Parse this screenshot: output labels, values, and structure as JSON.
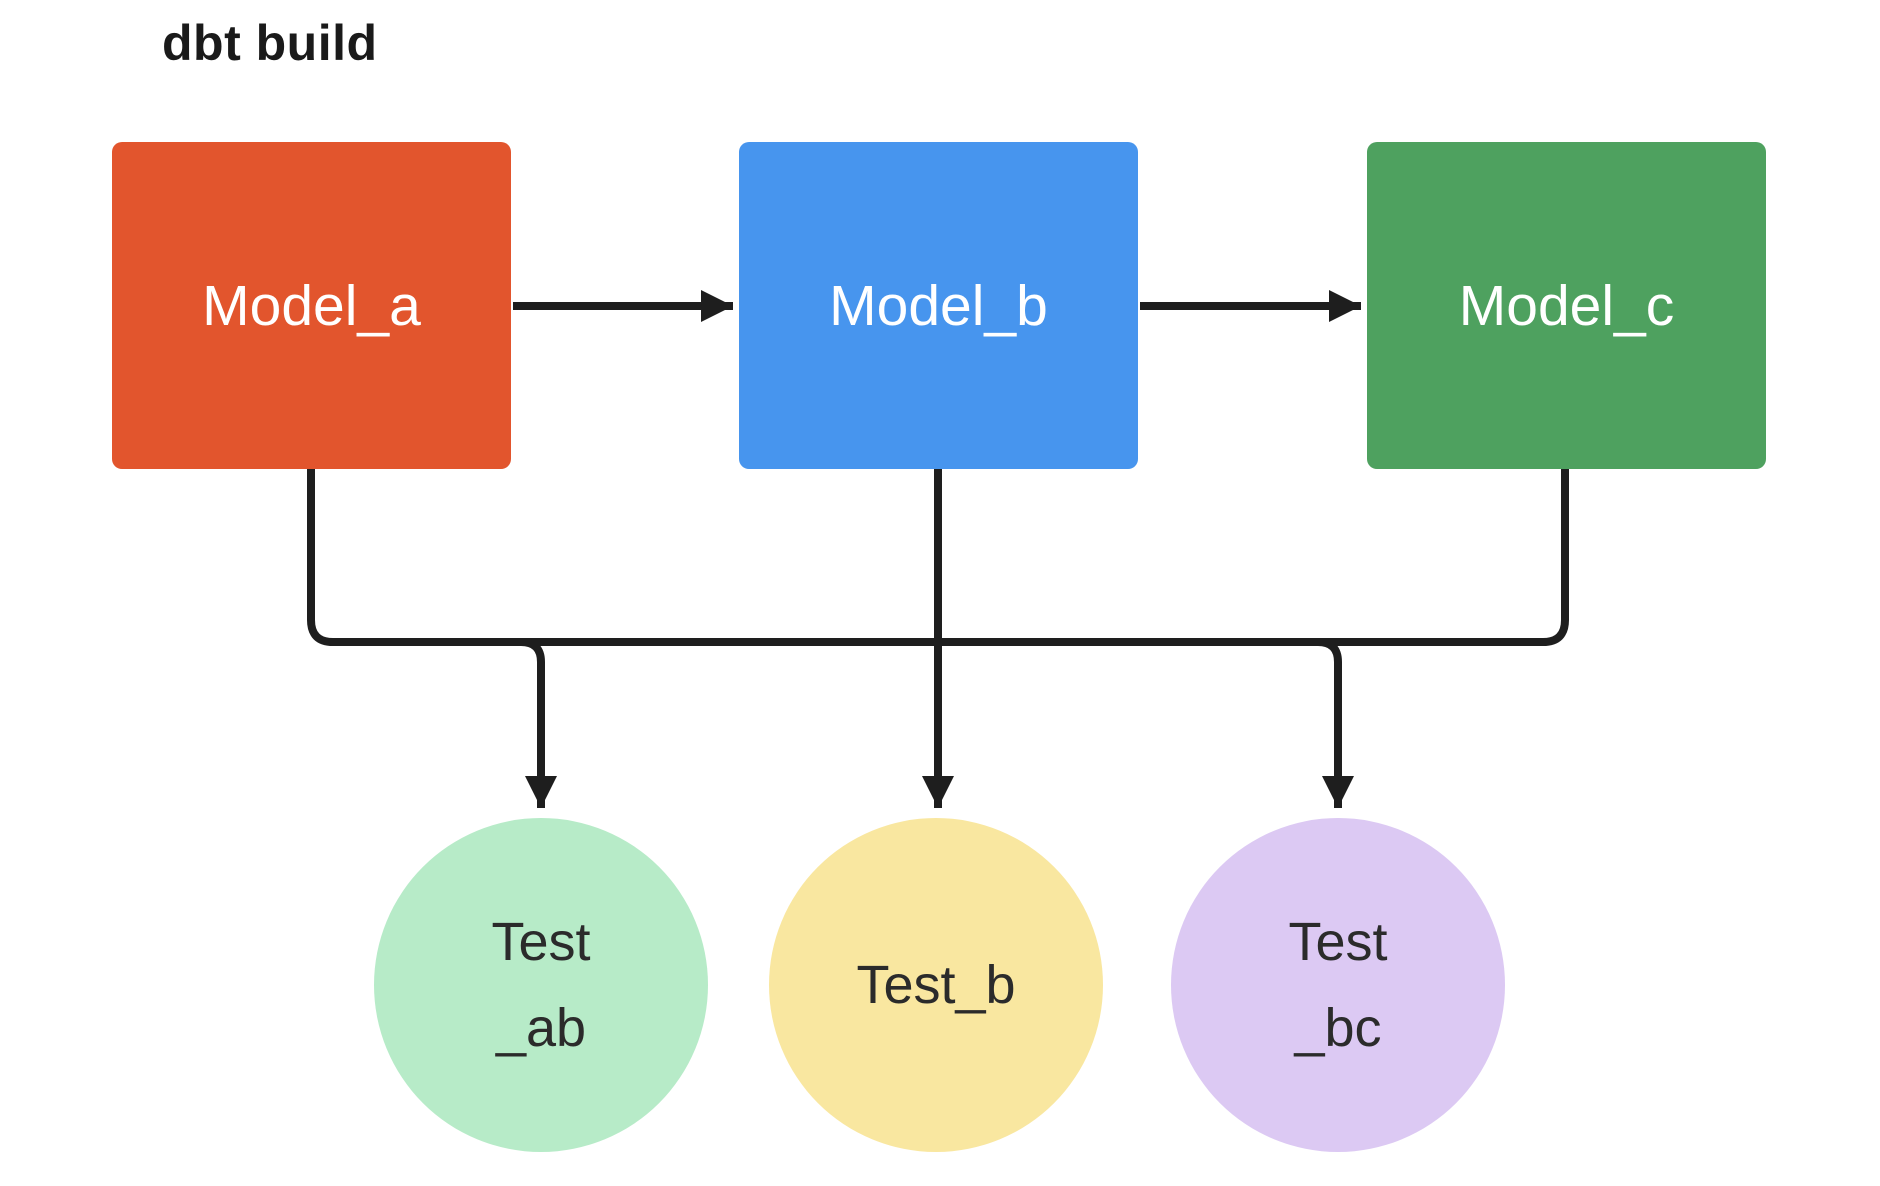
{
  "title": "dbt build",
  "nodes": {
    "model_a": {
      "label": "Model_a",
      "color": "#e2552d"
    },
    "model_b": {
      "label": "Model_b",
      "color": "#4795ee"
    },
    "model_c": {
      "label": "Model_c",
      "color": "#4ea15f"
    }
  },
  "tests": {
    "test_ab": {
      "line1": "Test",
      "line2": "_ab",
      "color": "#b7ebc8"
    },
    "test_b": {
      "line1": "Test_b",
      "line2": "",
      "color": "#f9e7a0"
    },
    "test_bc": {
      "line1": "Test",
      "line2": "_bc",
      "color": "#dcc9f3"
    }
  },
  "edges": {
    "color": "#1e1e1e",
    "list": [
      "model_a -> model_b",
      "model_b -> model_c",
      "model_a -> tests-bus",
      "model_b -> tests-bus",
      "model_c -> tests-bus",
      "tests-bus -> test_ab",
      "tests-bus -> test_b",
      "tests-bus -> test_bc"
    ]
  }
}
